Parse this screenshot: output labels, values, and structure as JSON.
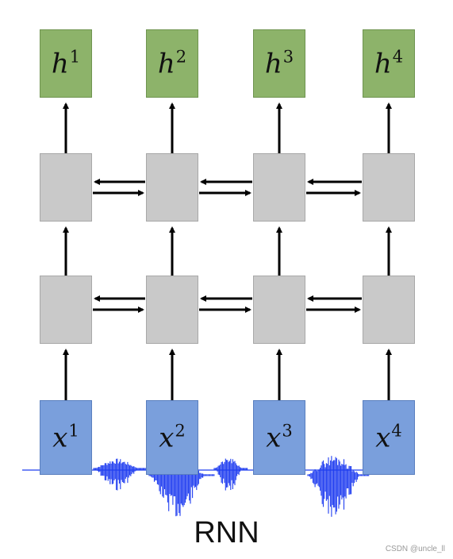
{
  "title": "RNN",
  "credit": "CSDN @uncle_ll",
  "outputs": [
    {
      "base": "h",
      "sup": "1"
    },
    {
      "base": "h",
      "sup": "2"
    },
    {
      "base": "h",
      "sup": "3"
    },
    {
      "base": "h",
      "sup": "4"
    }
  ],
  "inputs": [
    {
      "base": "x",
      "sup": "1"
    },
    {
      "base": "x",
      "sup": "2"
    },
    {
      "base": "x",
      "sup": "3"
    },
    {
      "base": "x",
      "sup": "4"
    }
  ],
  "colors": {
    "output_box": "#8db36a",
    "hidden_box": "#c9c9c9",
    "input_box": "#7a9fdc",
    "waveform": "#1f3df0",
    "arrow": "#000000"
  }
}
